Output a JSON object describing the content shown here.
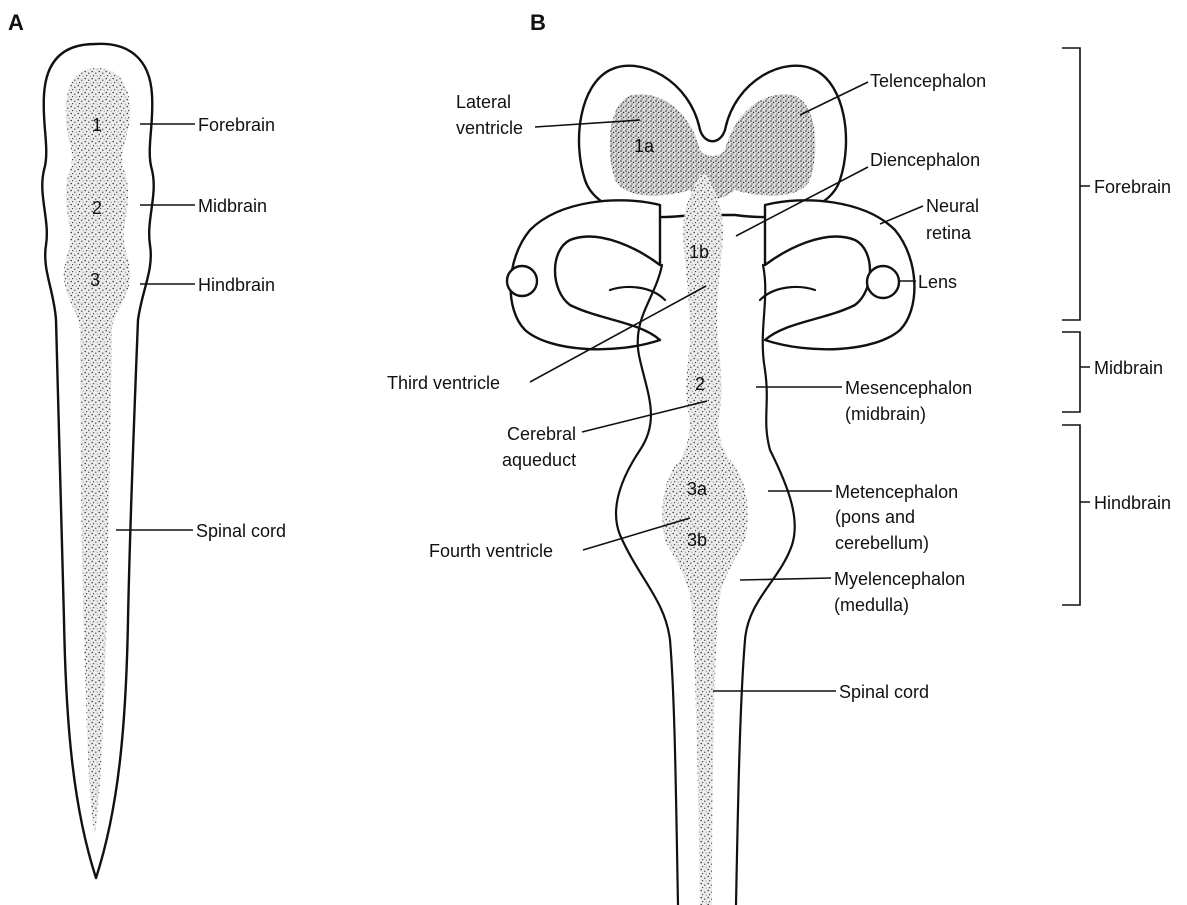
{
  "panel_a": {
    "letter": "A",
    "vesicle_numbers": [
      "1",
      "2",
      "3"
    ],
    "labels": {
      "forebrain": "Forebrain",
      "midbrain": "Midbrain",
      "hindbrain": "Hindbrain",
      "spinal_cord": "Spinal cord"
    }
  },
  "panel_b": {
    "letter": "B",
    "vesicle_numbers": [
      "1a",
      "1b",
      "2",
      "3a",
      "3b"
    ],
    "labels": {
      "lateral_ventricle_1": "Lateral",
      "lateral_ventricle_2": "ventricle",
      "telencephalon": "Telencephalon",
      "diencephalon": "Diencephalon",
      "neural_retina_1": "Neural",
      "neural_retina_2": "retina",
      "lens": "Lens",
      "third_ventricle": "Third ventricle",
      "mesencephalon_1": "Mesencephalon",
      "mesencephalon_2": "(midbrain)",
      "cerebral_aqueduct_1": "Cerebral",
      "cerebral_aqueduct_2": "aqueduct",
      "metencephalon_1": "Metencephalon",
      "metencephalon_2": "(pons and",
      "metencephalon_3": "cerebellum)",
      "fourth_ventricle": "Fourth ventricle",
      "myelencephalon_1": "Myelencephalon",
      "myelencephalon_2": "(medulla)",
      "spinal_cord": "Spinal cord"
    },
    "brackets": {
      "forebrain": "Forebrain",
      "midbrain": "Midbrain",
      "hindbrain": "Hindbrain"
    }
  }
}
